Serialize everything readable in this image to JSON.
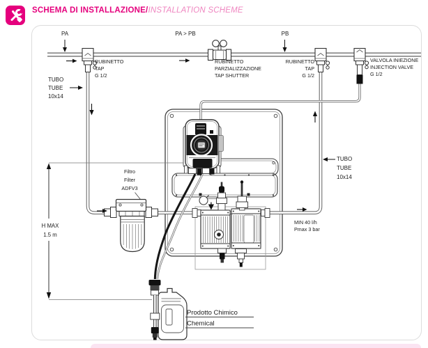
{
  "header": {
    "title_bold": "SCHEMA DI INSTALLAZIONE/",
    "title_italic": "INSTALLATION SCHEME",
    "icon": "tools-icon"
  },
  "pipeline": {
    "pa": "PA",
    "pa_gt_pb": "PA > PB",
    "pb": "PB"
  },
  "labels": {
    "tap_left": {
      "l1": "RUBINETTO",
      "l2": "TAP",
      "l3": "G 1/2"
    },
    "tap_shutter": {
      "l1": "RUBINETTO",
      "l2": "PARZIALIZZAZIONE",
      "l3": "TAP SHUTTER"
    },
    "tap_right": {
      "l1": "RUBINETTO",
      "l2": "TAP",
      "l3": "G 1/2"
    },
    "injection_valve": {
      "l1": "VALVOLA INIEZIONE",
      "l2": "INJECTION VALVE",
      "l3": "G 1/2"
    },
    "tube_left": {
      "l1": "TUBO",
      "l2": "TUBE",
      "l3": "10x14"
    },
    "tube_right": {
      "l1": "TUBO",
      "l2": "TUBE",
      "l3": "10x14"
    },
    "filter": {
      "l1": "Filtro",
      "l2": "Filter",
      "l3": "ADFV3"
    },
    "h_max": {
      "l1": "H MAX",
      "l2": "1.5 m"
    },
    "min_flow": {
      "l1": "MIN 40 l/h",
      "l2": "Pmax 3 bar"
    },
    "tank": {
      "l1": "Prodotto Chimico",
      "l2": "Chemical"
    }
  },
  "colors": {
    "accent": "#e5007d",
    "accent_light": "#ef86c0",
    "line": "#3c3c3c",
    "pipe": "#606060"
  }
}
